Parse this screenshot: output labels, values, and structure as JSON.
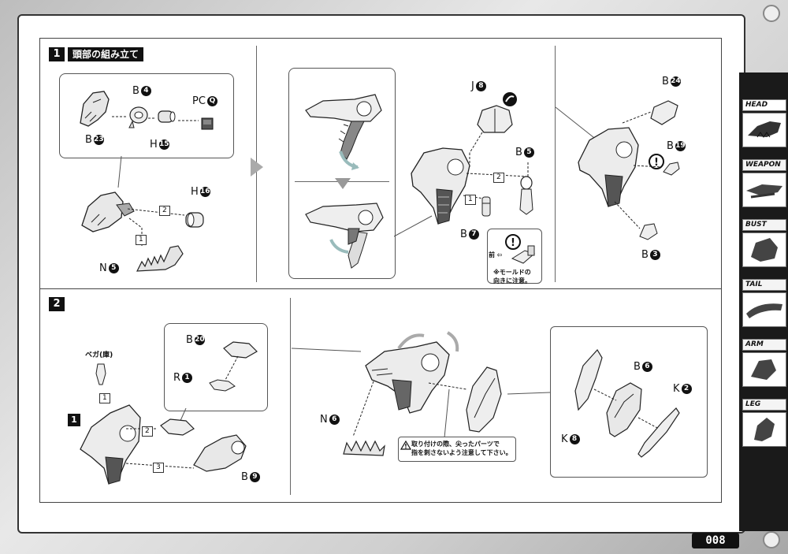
{
  "step1": {
    "number": "1",
    "title": "頭部の組み立て",
    "parts": {
      "b23": {
        "letter": "B",
        "num": "23"
      },
      "b4": {
        "letter": "B",
        "num": "4"
      },
      "h15": {
        "letter": "H",
        "num": "15"
      },
      "pcq": {
        "letter": "PC",
        "num": "Q"
      },
      "h16": {
        "letter": "H",
        "num": "16"
      },
      "n5": {
        "letter": "N",
        "num": "5"
      },
      "j8": {
        "letter": "J",
        "num": "8"
      },
      "b5": {
        "letter": "B",
        "num": "5"
      },
      "b7": {
        "letter": "B",
        "num": "7"
      },
      "b24": {
        "letter": "B",
        "num": "24"
      },
      "b19": {
        "letter": "B",
        "num": "19"
      },
      "b3": {
        "letter": "B",
        "num": "3"
      }
    },
    "seq": {
      "one": "1",
      "two": "2"
    },
    "mold_note": {
      "front": "前",
      "line1": "※モールドの",
      "line2": "向きに注意。"
    }
  },
  "step2": {
    "number": "2",
    "parts": {
      "b20": {
        "letter": "B",
        "num": "20"
      },
      "r1": {
        "letter": "R",
        "num": "1"
      },
      "bega": {
        "text": "ベガ(庫)"
      },
      "b9": {
        "letter": "B",
        "num": "9"
      },
      "n6": {
        "letter": "N",
        "num": "6"
      },
      "b6": {
        "letter": "B",
        "num": "6"
      },
      "k2": {
        "letter": "K",
        "num": "2"
      },
      "k8": {
        "letter": "K",
        "num": "8"
      }
    },
    "seq": {
      "one": "1",
      "two": "2",
      "three": "3",
      "ref": "1"
    },
    "warning": {
      "line1": "取り付けの際、尖ったパーツで",
      "line2": "指を刺さないよう注意して下さい。"
    }
  },
  "sidebar": {
    "tabs": [
      {
        "label": "HEAD",
        "active": true
      },
      {
        "label": "WEAPON",
        "active": false
      },
      {
        "label": "BUST",
        "active": false
      },
      {
        "label": "TAIL",
        "active": false
      },
      {
        "label": "ARM",
        "active": false
      },
      {
        "label": "LEG",
        "active": false
      }
    ]
  },
  "page_number": "008"
}
